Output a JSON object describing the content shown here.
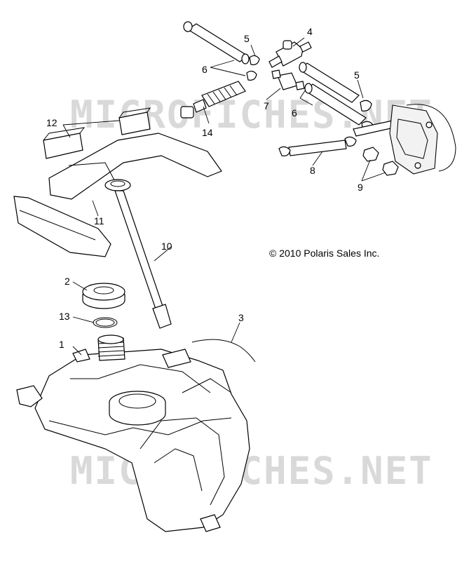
{
  "copyright": "© 2010 Polaris Sales Inc.",
  "watermark": "MICROFICHES.NET",
  "callouts": {
    "c1": "1",
    "c2": "2",
    "c3": "3",
    "c4": "4",
    "c5a": "5",
    "c5b": "5",
    "c6a": "6",
    "c6b": "6",
    "c7": "7",
    "c8": "8",
    "c9": "9",
    "c10": "10",
    "c11": "11",
    "c12": "12",
    "c13": "13",
    "c14": "14"
  }
}
